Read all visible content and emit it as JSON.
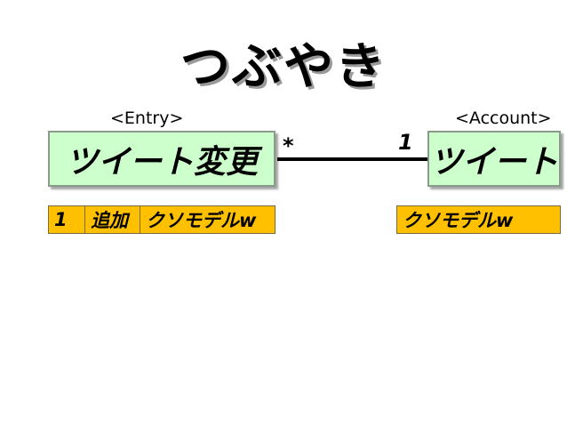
{
  "title": "つぶやき",
  "entities": [
    {
      "stereotype": "<Entry>",
      "name": "ツイート変更",
      "attributes": [
        "1",
        "追加",
        "クソモデルw"
      ]
    },
    {
      "stereotype": "<Account>",
      "name": "ツイート",
      "attributes": [
        "クソモデルw"
      ]
    }
  ],
  "association": {
    "left_multiplicity": "*",
    "right_multiplicity": "1"
  },
  "colors": {
    "entity_fill": "#ccffcc",
    "attribute_fill": "#ffc000"
  }
}
